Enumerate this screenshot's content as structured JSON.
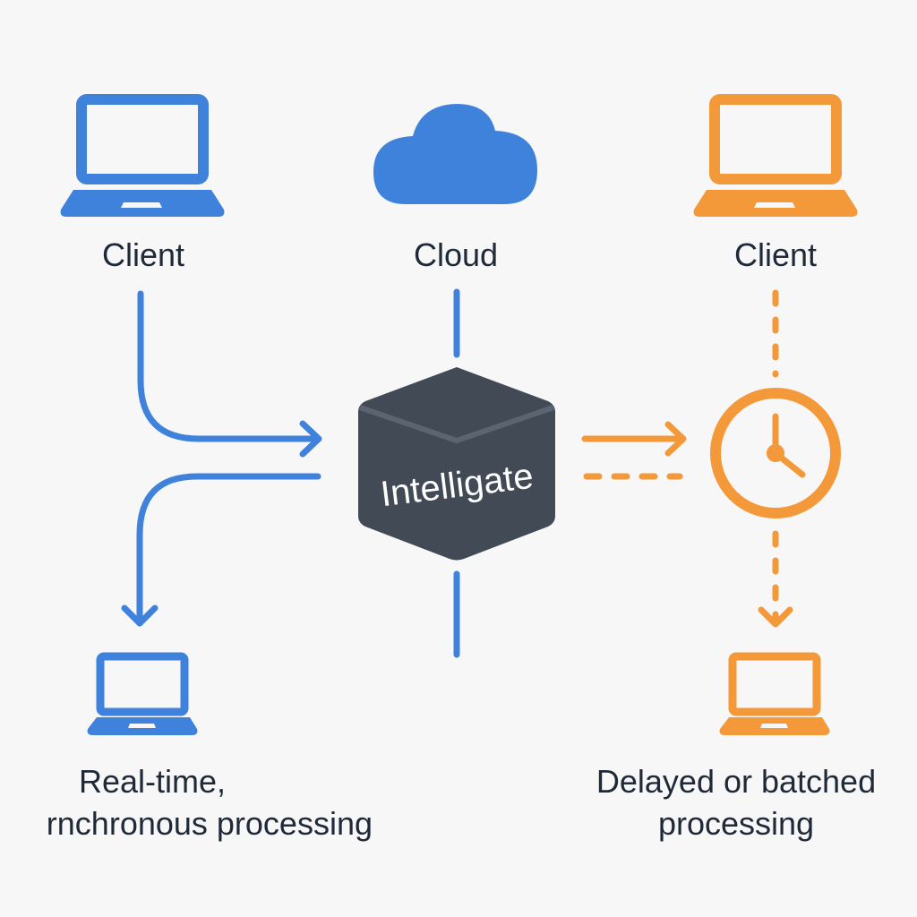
{
  "diagram": {
    "colors": {
      "background": "#f7f7f7",
      "blue": "#3f82dc",
      "orange": "#f4993a",
      "cube_face": "#414a55",
      "cube_edge": "#5b6470",
      "text": "#1f2937"
    },
    "nodes": {
      "client_left": {
        "label": "Client",
        "icon": "laptop-icon",
        "color": "blue"
      },
      "cloud": {
        "label": "Cloud",
        "icon": "cloud-icon",
        "color": "blue"
      },
      "client_right": {
        "label": "Client",
        "icon": "laptop-icon",
        "color": "orange"
      },
      "hub": {
        "label": "Intelligate",
        "icon": "cube-icon"
      },
      "timer": {
        "icon": "clock-icon",
        "color": "orange"
      },
      "sync_output": {
        "label_lines": [
          "Real-time,",
          "rnchronous processing"
        ],
        "icon": "laptop-icon",
        "color": "blue"
      },
      "async_output": {
        "label_lines": [
          "Delayed or batched",
          "processing"
        ],
        "icon": "laptop-icon",
        "color": "orange"
      }
    },
    "edges": [
      {
        "from": "client_left",
        "to": "hub",
        "style": "solid",
        "color": "blue"
      },
      {
        "from": "hub",
        "to": "sync_output",
        "style": "solid",
        "color": "blue"
      },
      {
        "from": "cloud",
        "to": "hub",
        "style": "solid",
        "color": "blue"
      },
      {
        "from": "hub",
        "to": "timer",
        "style": "solid",
        "color": "orange"
      },
      {
        "from": "hub",
        "to": "timer",
        "style": "dashed",
        "color": "orange"
      },
      {
        "from": "client_right",
        "to": "timer",
        "style": "dashed",
        "color": "orange"
      },
      {
        "from": "timer",
        "to": "async_output",
        "style": "dashed",
        "color": "orange"
      }
    ]
  }
}
